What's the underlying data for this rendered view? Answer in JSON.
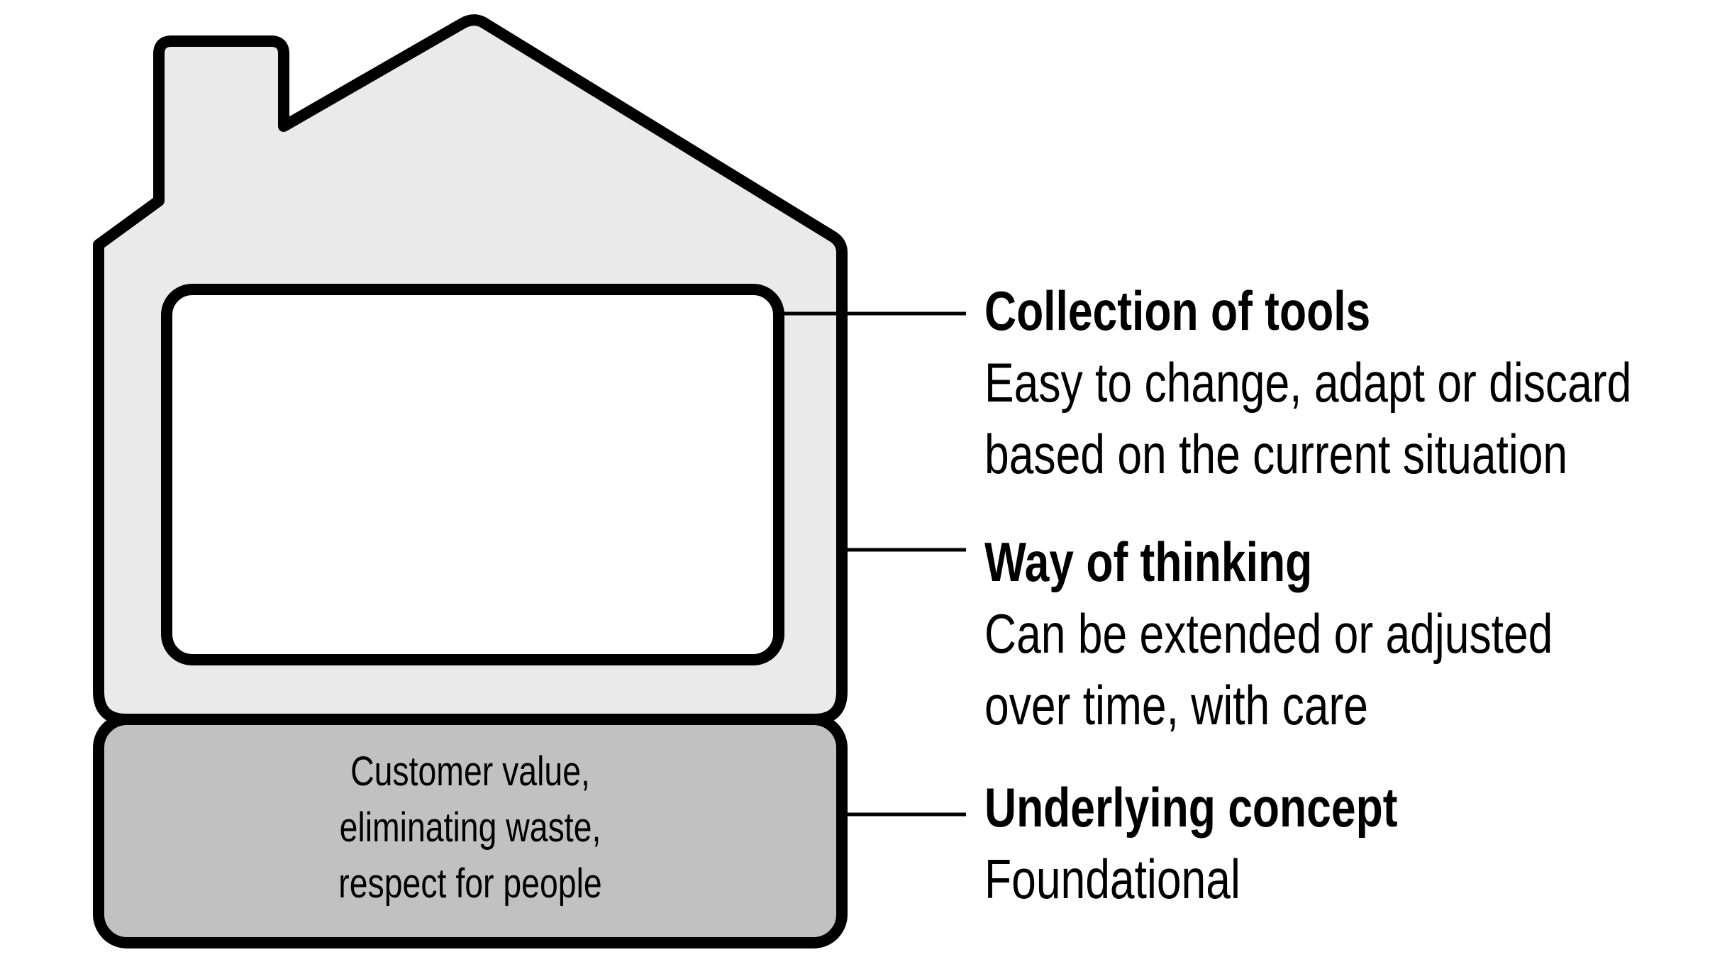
{
  "colors": {
    "house_body": "#eaeaea",
    "foundation": "#c1c1c1",
    "tools_box": "#ffffff",
    "stroke": "#000000",
    "connector": "#000000",
    "text": "#000000"
  },
  "foundation": {
    "lines": [
      "Customer value,",
      "eliminating waste,",
      "respect for people"
    ]
  },
  "annotations": [
    {
      "id": "collection-of-tools",
      "heading": "Collection of tools",
      "lines": [
        "Easy to change, adapt or discard",
        "based on the current situation"
      ]
    },
    {
      "id": "way-of-thinking",
      "heading": "Way of thinking",
      "lines": [
        "Can be extended or adjusted",
        "over time, with care"
      ]
    },
    {
      "id": "underlying-concept",
      "heading": "Underlying concept",
      "lines": [
        "Foundational"
      ]
    }
  ]
}
